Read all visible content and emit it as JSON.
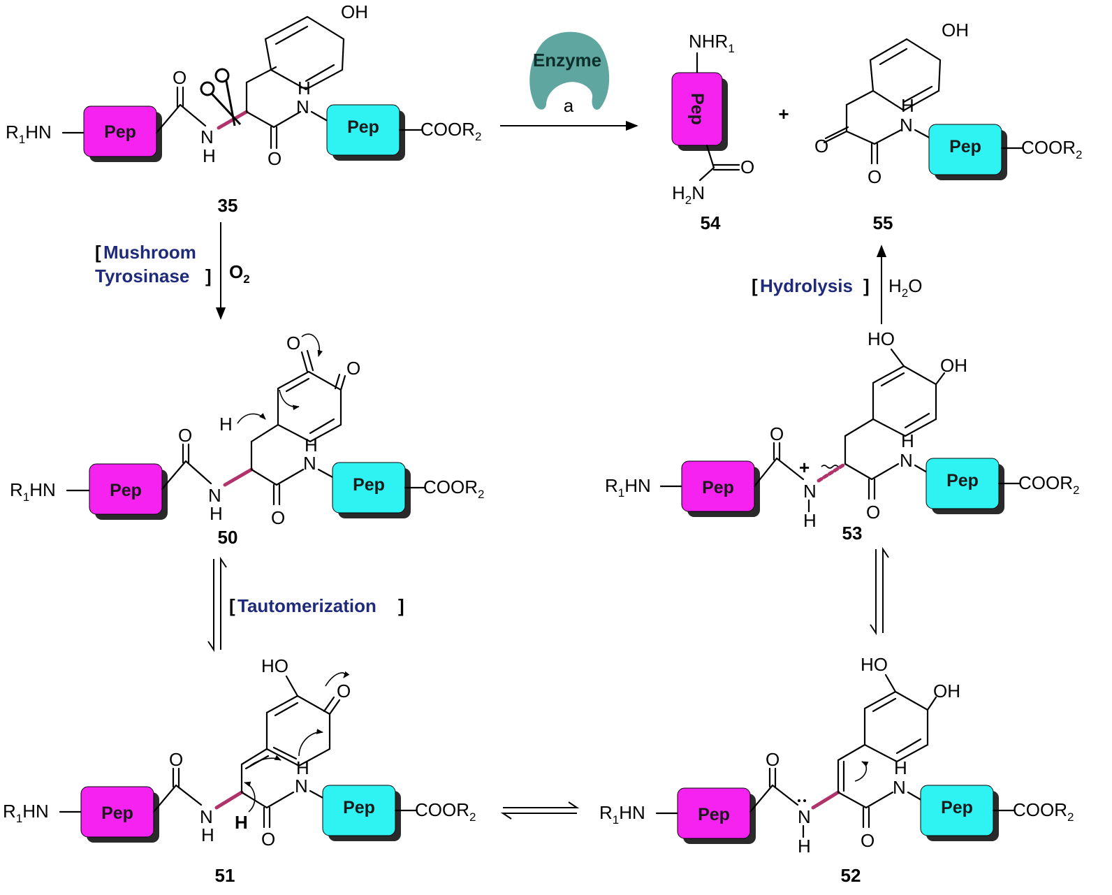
{
  "colors": {
    "pep_magenta": "#f522f0",
    "pep_cyan": "#2ff2f2",
    "shadow": "#2a2a2a",
    "enzyme": "#5fa5a0",
    "condition_text": "#1f2a7a",
    "cleavage_bond": "#b0336b"
  },
  "pep_label": "Pep",
  "groups": {
    "r1hn": "R",
    "r1hn_sub": "1",
    "r1hn_tail": "HN",
    "cooor": "COOR",
    "cooor_sub": "2",
    "nhr": "NHR",
    "nhr_sub": "1",
    "h2n_h": "H",
    "h2n_sub": "2",
    "h2n_n": "N"
  },
  "atoms": {
    "O": "O",
    "H": "H",
    "N": "N",
    "OH": "OH",
    "HO": "HO",
    "plus": "+",
    "plus_product": "+"
  },
  "compounds": {
    "c35": "35",
    "c50": "50",
    "c51": "51",
    "c52": "52",
    "c53": "53",
    "c54": "54",
    "c55": "55"
  },
  "conditions": {
    "enzyme": "Enzyme",
    "enzyme_step": "a",
    "mushroom": "Mushroom",
    "tyrosinase": "Tyrosinase",
    "o2": "O",
    "o2_sub": "2",
    "tautomerization": "Tautomerization",
    "hydrolysis": "Hydrolysis",
    "h2o_h": "H",
    "h2o_sub": "2",
    "h2o_o": "O",
    "open_bracket": "[",
    "close_bracket": "]"
  }
}
